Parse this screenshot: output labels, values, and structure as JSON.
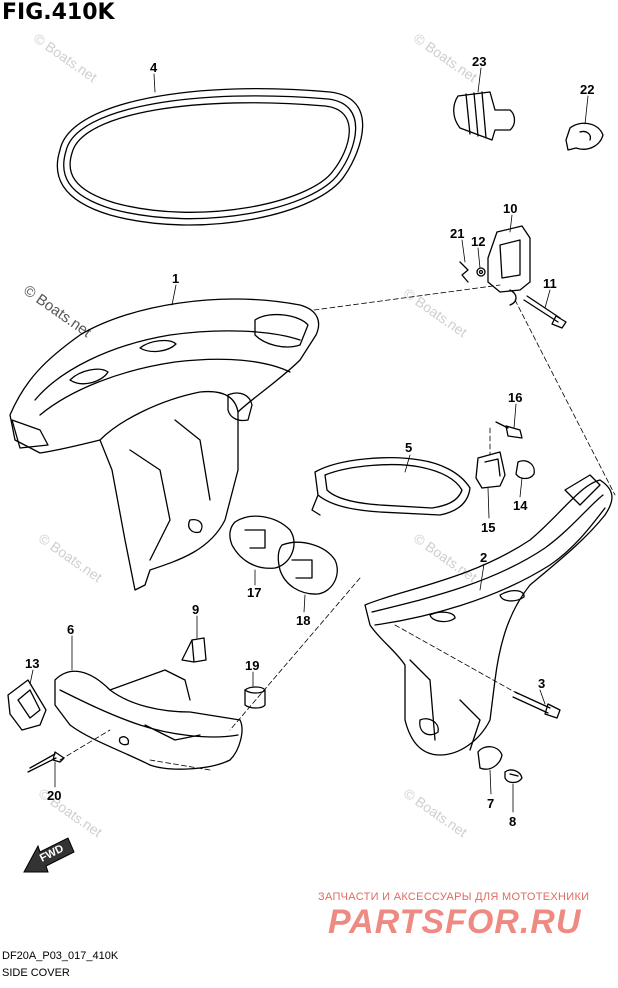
{
  "figure": {
    "title": "FIG.410K",
    "model_code": "DF20A_P03_017_410K",
    "caption": "SIDE COVER",
    "watermark": "© Boats.net"
  },
  "brand": {
    "tagline": "ЗАПЧАСТИ И АКСЕССУАРЫ ДЛЯ МОТОТЕХНИКИ",
    "name": "PARTSFOR.RU",
    "color": "#ef8a82"
  },
  "fwd_badge": "FWD",
  "callouts": [
    "1",
    "2",
    "3",
    "4",
    "5",
    "6",
    "7",
    "8",
    "9",
    "10",
    "11",
    "12",
    "13",
    "14",
    "15",
    "16",
    "17",
    "18",
    "19",
    "20",
    "21",
    "22",
    "23"
  ]
}
